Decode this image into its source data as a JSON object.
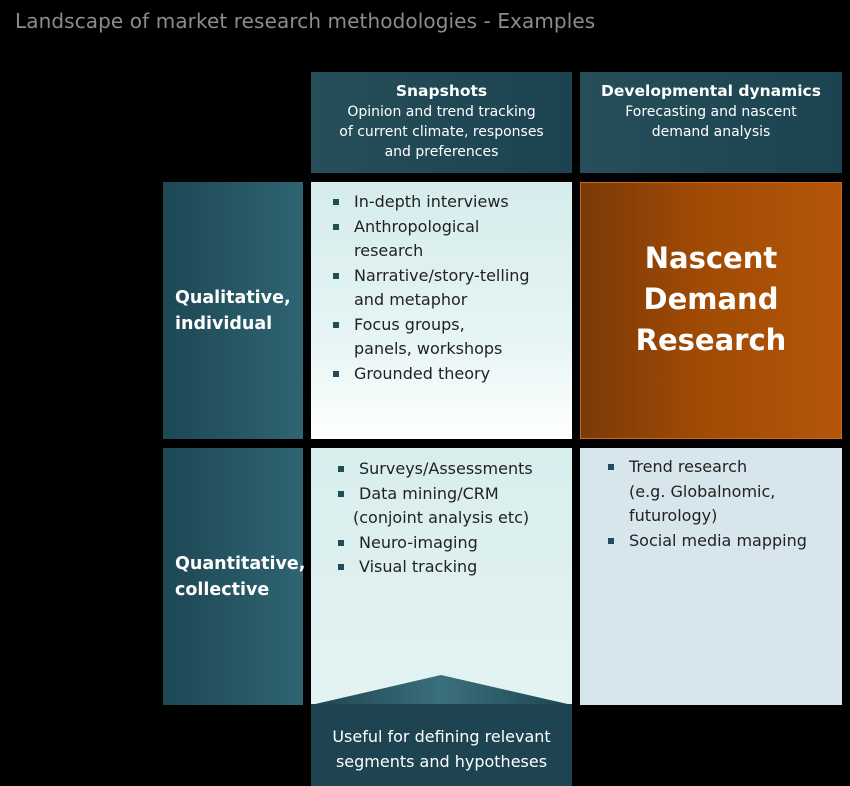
{
  "title": "Landscape of market research methodologies - Examples",
  "columns": [
    {
      "title": "Snapshots",
      "subtitle": [
        "Opinion and trend tracking",
        "of current climate, responses",
        "and preferences"
      ]
    },
    {
      "title": "Developmental dynamics",
      "subtitle": [
        "Forecasting and nascent",
        "demand analysis"
      ]
    }
  ],
  "rows": [
    {
      "label": [
        "Qualitative,",
        "individual"
      ]
    },
    {
      "label": [
        "Quantitative,",
        "collective"
      ]
    }
  ],
  "cells": {
    "qualitative_snapshots": [
      [
        "In-depth interviews"
      ],
      [
        "Anthropological",
        "research"
      ],
      [
        "Narrative/story-telling",
        "and metaphor"
      ],
      [
        "Focus groups,",
        "panels, workshops"
      ],
      [
        "Grounded theory"
      ]
    ],
    "qualitative_dynamics": [
      "Nascent",
      "Demand",
      "Research"
    ],
    "quantitative_snapshots": [
      [
        "Surveys/Assessments"
      ],
      [
        "Data mining/CRM",
        "(conjoint analysis etc)"
      ],
      [
        "Neuro-imaging"
      ],
      [
        "Visual tracking"
      ]
    ],
    "quantitative_dynamics": [
      [
        "Trend research",
        "(e.g. Globalnomic,",
        "futurology)"
      ],
      [
        "Social media mapping"
      ]
    ]
  },
  "footer": [
    "Useful for defining relevant",
    "segments and hypotheses"
  ],
  "colors": {
    "header": "#1b4350",
    "row_label": "#2f6472",
    "accent_cell": "#a04a04",
    "snapshot_cell": "#d8eeed",
    "dynamics_cell": "#d7e6ec",
    "title_text": "#8c8c8c"
  }
}
